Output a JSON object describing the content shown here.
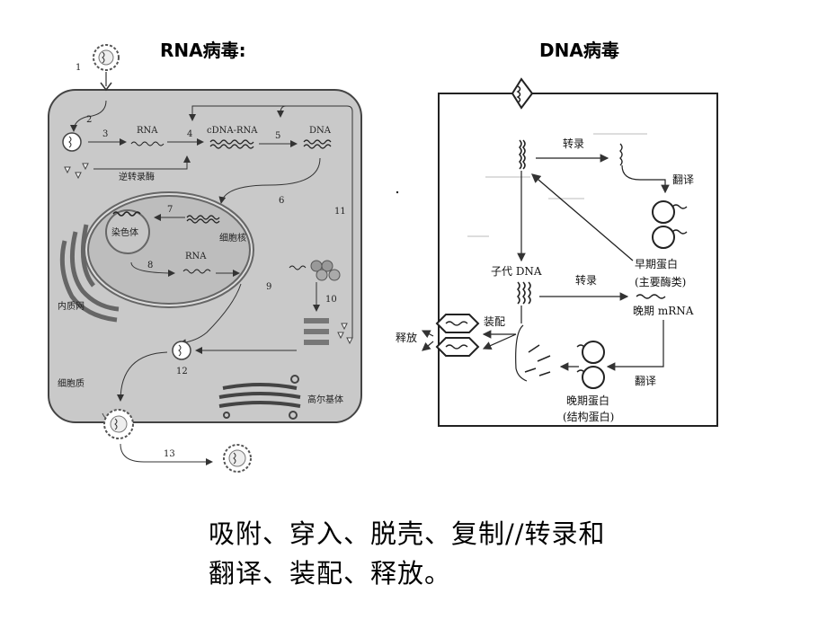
{
  "titles": {
    "rna_virus": "RNA病毒:",
    "dna_virus": "DNA病毒"
  },
  "rna_diagram": {
    "labels": {
      "rna": "RNA",
      "cdna_rna": "cDNA-RNA",
      "dna": "DNA",
      "reverse_transcriptase": "逆转录酶",
      "chromosome": "染色体",
      "nucleus": "细胞核",
      "rna_inner": "RNA",
      "er": "内质网",
      "cytoplasm": "细胞质",
      "golgi": "高尔基体"
    },
    "steps": [
      "1",
      "2",
      "3",
      "4",
      "5",
      "6",
      "7",
      "8",
      "9",
      "10",
      "11",
      "12",
      "13"
    ]
  },
  "dna_diagram": {
    "labels": {
      "transcription_1": "转录",
      "translation_1": "翻译",
      "early_protein": "早期蛋白",
      "early_protein_note": "(主要酶类)",
      "progeny_dna": "子代 DNA",
      "transcription_2": "转录",
      "late_mrna": "晚期 mRNA",
      "assembly": "装配",
      "release": "释放",
      "translation_2": "翻译",
      "late_protein": "晚期蛋白",
      "late_protein_note": "(结构蛋白)"
    }
  },
  "summary": {
    "line1": "吸附、穿入、脱壳、复制//转录和",
    "line2": "翻译、装配、释放。"
  }
}
